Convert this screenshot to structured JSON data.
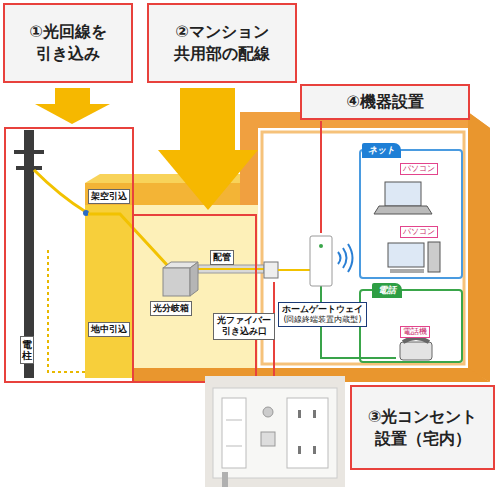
{
  "diagram": {
    "nodes": [
      {
        "text": [
          "①光回線を 引き込み"
        ]
      },
      {
        "text": [
          "②マンション 共用部の配線"
        ]
      },
      {
        "text": [
          "④機器設置"
        ]
      },
      {
        "text": [
          "ネット"
        ]
      },
      {
        "text": [
          "パソコン"
        ]
      },
      {
        "text": [
          "架空引込"
        ]
      },
      {
        "text": [
          "パソコン"
        ]
      },
      {
        "text": [
          "配管"
        ]
      },
      {
        "text": [
          "光分岐箱"
        ]
      },
      {
        "text": [
          "電話"
        ]
      },
      {
        "text": [
          "光ファイバー 引き込み口"
        ]
      },
      {
        "text": [
          "ホームゲートウェイ",
          "(回線終端装置内蔵型)"
        ]
      },
      {
        "text": [
          "電話機"
        ]
      },
      {
        "text": [
          "地中引込"
        ]
      },
      {
        "text": [
          "電柱"
        ]
      },
      {
        "text": [
          "③光コンセント 設置（宅内）"
        ]
      }
    ]
  }
}
